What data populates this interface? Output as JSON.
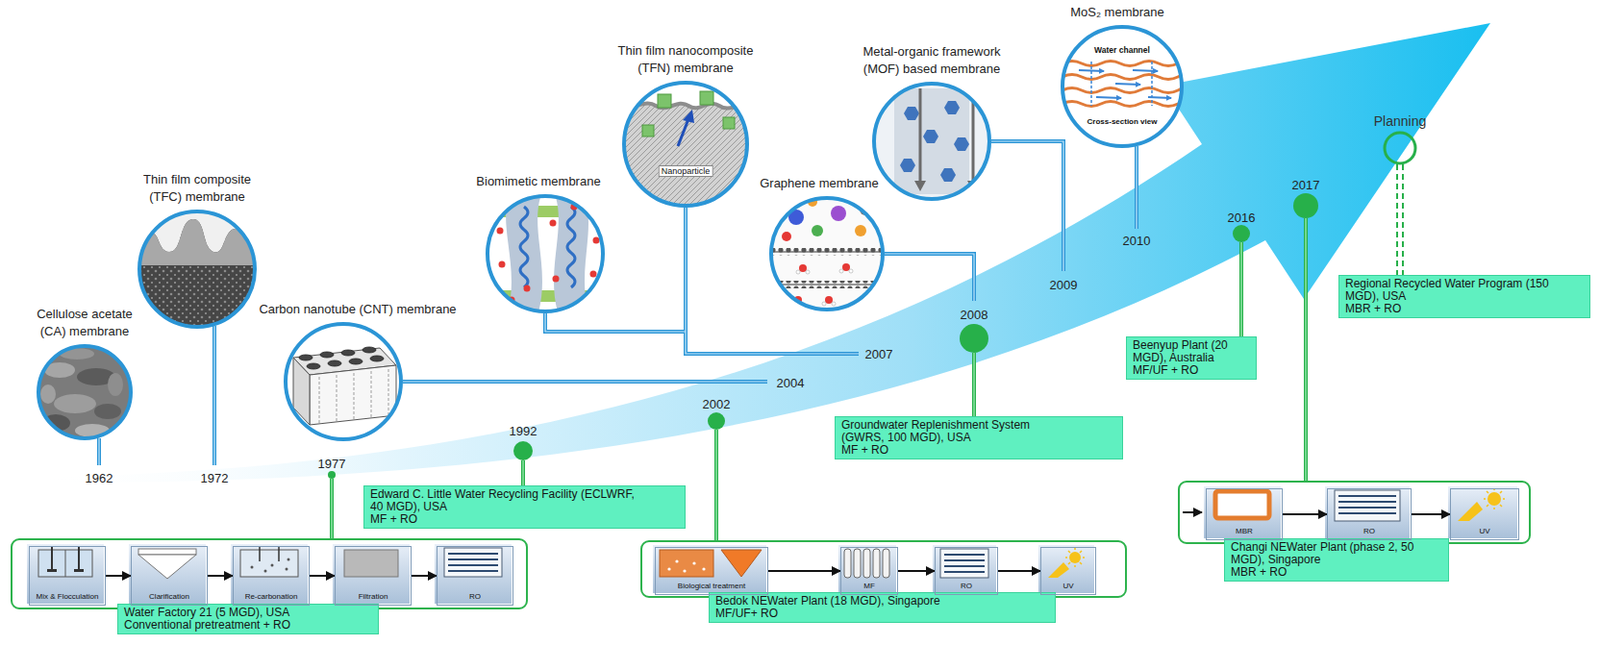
{
  "diagram": {
    "nodes": [
      {
        "text": [
          "Cellulose acetate (CA) membrane"
        ]
      },
      {
        "text": [
          "Thin film composite (TFC) membrane"
        ]
      },
      {
        "text": [
          "Carbon nanotube (CNT) membrane"
        ]
      },
      {
        "text": [
          "Biomimetic membrane"
        ]
      },
      {
        "text": [
          "Thin film nanocomposite (TFN) membrane",
          "Nanoparticle"
        ]
      },
      {
        "text": [
          "Graphene membrane"
        ]
      },
      {
        "text": [
          "Metal-organic framework (MOF) based membrane"
        ]
      },
      {
        "text": [
          "MoS₂ membrane",
          "Water channel",
          "Cross-section view"
        ]
      },
      {
        "text": [
          "Water Factory 21 (5 MGD), USA",
          "Conventional pretreatment + RO"
        ]
      },
      {
        "text": [
          "Mix & Flocculation"
        ],
        "in": 8
      },
      {
        "text": [
          "Clarification"
        ],
        "in": 8
      },
      {
        "text": [
          "Re-carbonation"
        ],
        "in": 8
      },
      {
        "text": [
          "Filtration"
        ],
        "in": 8
      },
      {
        "text": [
          "RO"
        ],
        "in": 8
      },
      {
        "text": [
          "Edward C. Little Water Recycling Facility (ECLWRF, 40 MGD), USA",
          "MF + RO"
        ]
      },
      {
        "text": [
          "Bedok NEWater Plant (18 MGD), Singapore",
          "MF/UF+ RO"
        ]
      },
      {
        "text": [
          "Biological treatment"
        ],
        "in": 15
      },
      {
        "text": [
          "MF"
        ],
        "in": 15
      },
      {
        "text": [
          "RO"
        ],
        "in": 15
      },
      {
        "text": [
          "UV"
        ],
        "in": 15
      },
      {
        "text": [
          "Groundwater Replenishment System (GWRS, 100 MGD), USA",
          "MF + RO"
        ]
      },
      {
        "text": [
          "Beenyup Plant (20 MGD), Australia",
          "MF/UF + RO"
        ]
      },
      {
        "text": [
          "Changi NEWater Plant (phase 2, 50 MGD), Singapore",
          "MBR + RO"
        ]
      },
      {
        "text": [
          "MBR"
        ],
        "in": 22
      },
      {
        "text": [
          "RO"
        ],
        "in": 22
      },
      {
        "text": [
          "UV"
        ],
        "in": 22
      },
      {
        "text": [
          "Regional Recycled Water Program (150 MGD), USA",
          "MBR + RO"
        ]
      }
    ],
    "edges": [
      {
        "from": 9,
        "to": 10,
        "arrow": "to"
      },
      {
        "from": 10,
        "to": 11,
        "arrow": "to"
      },
      {
        "from": 11,
        "to": 12,
        "arrow": "to"
      },
      {
        "from": 12,
        "to": 13,
        "arrow": "to"
      },
      {
        "from": 16,
        "to": 17,
        "arrow": "to"
      },
      {
        "from": 17,
        "to": 18,
        "arrow": "to"
      },
      {
        "from": 18,
        "to": 19,
        "arrow": "to"
      },
      {
        "from": 23,
        "to": 24,
        "arrow": "to"
      },
      {
        "from": 24,
        "to": 25,
        "arrow": "to"
      }
    ],
    "labels": [
      "1962",
      "1972",
      "1977",
      "1992",
      "2002",
      "2004",
      "2007",
      "2008",
      "2009",
      "2010",
      "2016",
      "2017",
      "Planning"
    ]
  }
}
